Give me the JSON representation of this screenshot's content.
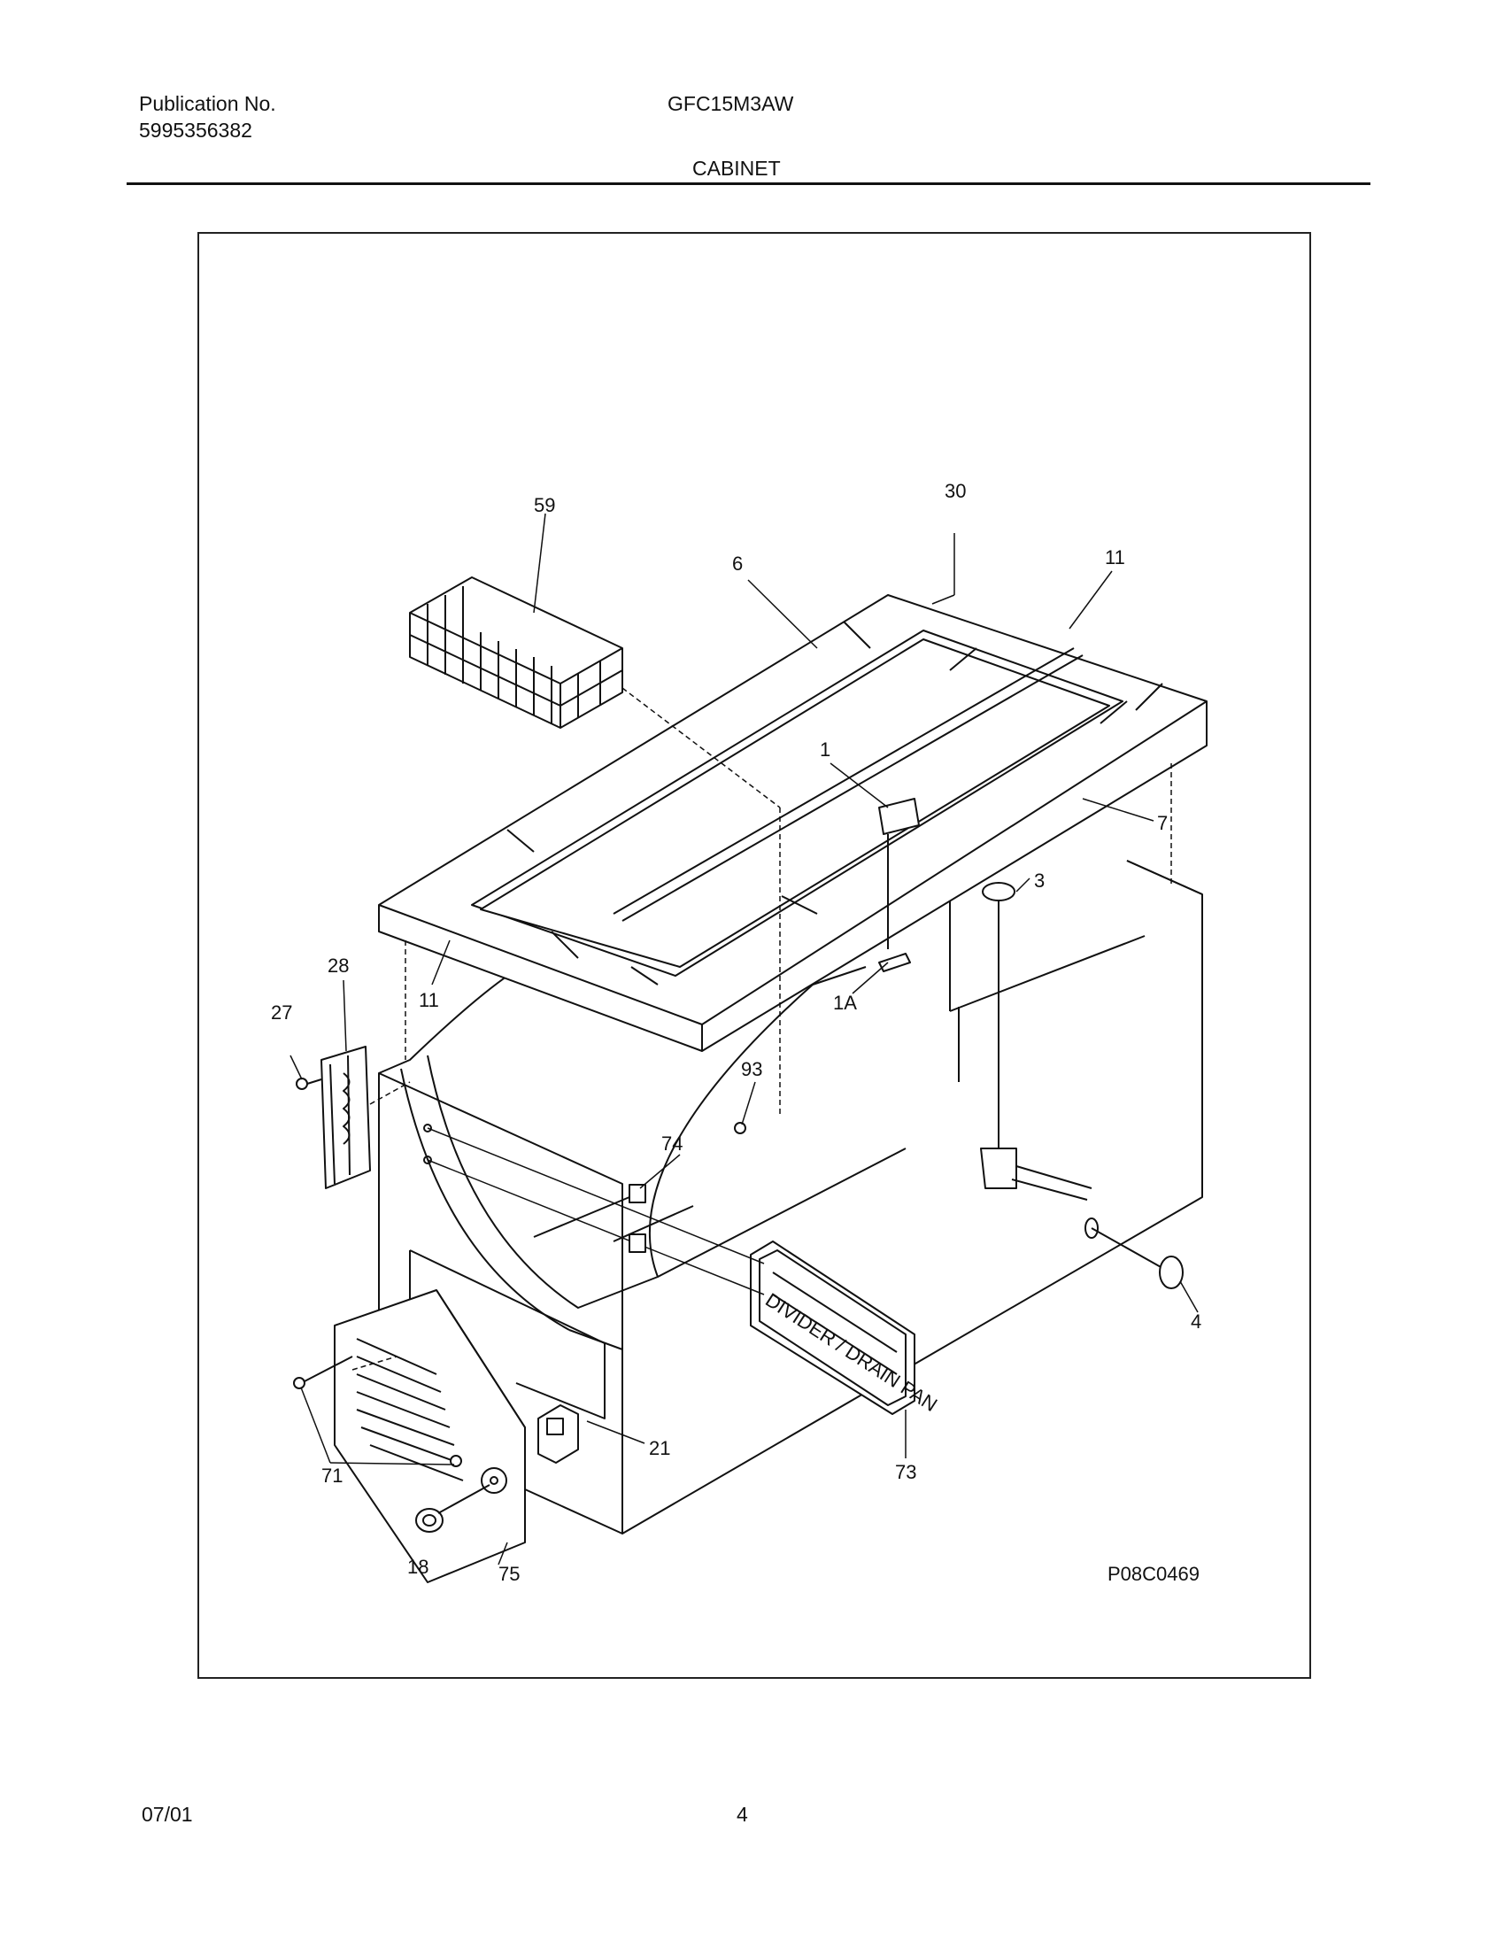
{
  "header": {
    "publication_label": "Publication No.",
    "publication_number": "5995356382",
    "model": "GFC15M3AW",
    "section_title": "CABINET"
  },
  "diagram": {
    "drawing_id": "P08C0469",
    "callouts": {
      "c59": "59",
      "c30": "30",
      "c6": "6",
      "c11_top": "11",
      "c1": "1",
      "c7": "7",
      "c3": "3",
      "c28": "28",
      "c27": "27",
      "c11_left": "11",
      "c1A": "1A",
      "c93": "93",
      "c74": "74",
      "c4": "4",
      "c21": "21",
      "c73": "73",
      "c71": "71",
      "c18": "18",
      "c75": "75"
    },
    "drain_pan_text": "DIVIDER / DRAIN PAN"
  },
  "footer": {
    "date": "07/01",
    "page": "4"
  }
}
